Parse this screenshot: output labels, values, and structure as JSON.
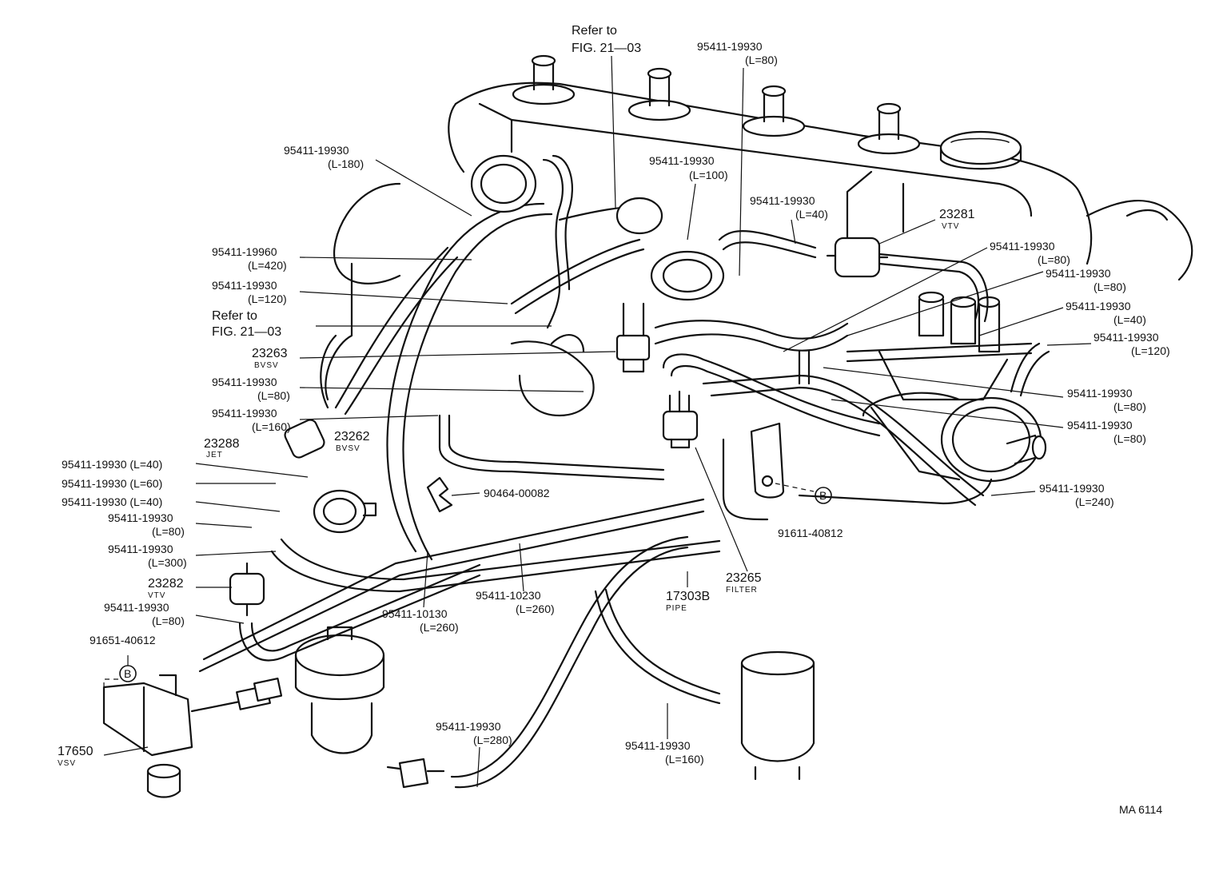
{
  "diagram": {
    "code": "MA 6114",
    "marker": "B",
    "references": [
      {
        "id": "ref_top",
        "line1": "Refer to",
        "line2": "FIG. 21—03"
      },
      {
        "id": "ref_left",
        "line1": "Refer to",
        "line2": "FIG. 21—03"
      }
    ],
    "labels": [
      {
        "id": "h_top80",
        "part": "95411-19930",
        "len": "(L=80)"
      },
      {
        "id": "h_180",
        "part": "95411-19930",
        "len": "(L-180)"
      },
      {
        "id": "h_100",
        "part": "95411-19930",
        "len": "(L=100)"
      },
      {
        "id": "h_40a",
        "part": "95411-19930",
        "len": "(L=40)"
      },
      {
        "id": "h_420",
        "part": "95411-19960",
        "len": "(L=420)"
      },
      {
        "id": "h_120a",
        "part": "95411-19930",
        "len": "(L=120)"
      },
      {
        "id": "h_r80a",
        "part": "95411-19930",
        "len": "(L=80)"
      },
      {
        "id": "h_r80b",
        "part": "95411-19930",
        "len": "(L=80)"
      },
      {
        "id": "h_r40",
        "part": "95411-19930",
        "len": "(L=40)"
      },
      {
        "id": "h_r120",
        "part": "95411-19930",
        "len": "(L=120)"
      },
      {
        "id": "h_l80",
        "part": "95411-19930",
        "len": "(L=80)"
      },
      {
        "id": "h_r80c",
        "part": "95411-19930",
        "len": "(L=80)"
      },
      {
        "id": "h_l160",
        "part": "95411-19930",
        "len": "(L=160)"
      },
      {
        "id": "h_r80d",
        "part": "95411-19930",
        "len": "(L=80)"
      },
      {
        "id": "h_r240",
        "part": "95411-19930",
        "len": "(L=240)"
      },
      {
        "id": "h_l80b",
        "part": "95411-19930",
        "len": "(L=80)"
      },
      {
        "id": "h_300",
        "part": "95411-19930",
        "len": "(L=300)"
      },
      {
        "id": "h_l80c",
        "part": "95411-19930",
        "len": "(L=80)"
      },
      {
        "id": "h_10130",
        "part": "95411-10130",
        "len": "(L=260)"
      },
      {
        "id": "h_10230",
        "part": "95411-10230",
        "len": "(L=260)"
      },
      {
        "id": "h_280",
        "part": "95411-19930",
        "len": "(L=280)"
      },
      {
        "id": "h_b160",
        "part": "95411-19930",
        "len": "(L=160)"
      }
    ],
    "inline_labels": [
      {
        "id": "i_40",
        "text": "95411-19930 (L=40)"
      },
      {
        "id": "i_60",
        "text": "95411-19930 (L=60)"
      },
      {
        "id": "i_40b",
        "text": "95411-19930 (L=40)"
      }
    ],
    "components": [
      {
        "id": "c_23281",
        "part": "23281",
        "name": "VTV"
      },
      {
        "id": "c_23263",
        "part": "23263",
        "name": "BVSV"
      },
      {
        "id": "c_23288",
        "part": "23288",
        "name": "JET"
      },
      {
        "id": "c_23262",
        "part": "23262",
        "name": "BVSV"
      },
      {
        "id": "c_23282",
        "part": "23282",
        "name": "VTV"
      },
      {
        "id": "c_23265",
        "part": "23265",
        "name": "FILTER"
      },
      {
        "id": "c_17303",
        "part": "17303B",
        "name": "PIPE"
      },
      {
        "id": "c_17650",
        "part": "17650",
        "name": "VSV"
      }
    ],
    "parts": [
      {
        "id": "p_90464",
        "text": "90464-00082"
      },
      {
        "id": "p_91611",
        "text": "91611-40812"
      },
      {
        "id": "p_91651",
        "text": "91651-40612"
      }
    ]
  }
}
